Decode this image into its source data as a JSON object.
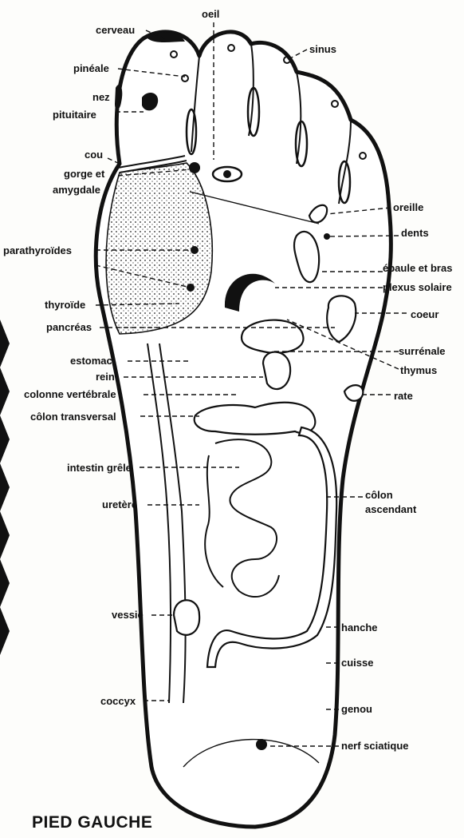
{
  "title": "PIED GAUCHE",
  "labels": {
    "oeil": "oeil",
    "cerveau": "cerveau",
    "sinus": "sinus",
    "pineale": "pinéale",
    "nez": "nez",
    "pituitaire": "pituitaire",
    "cou": "cou",
    "gorge_et": "gorge et",
    "amygdale": "amygdale",
    "oreille": "oreille",
    "dents": "dents",
    "parathyroides": "parathyroïdes",
    "epaule_et_bras": "épaule et bras",
    "plexus_solaire": "plexus solaire",
    "thyroide": "thyroïde",
    "coeur": "coeur",
    "pancreas": "pancréas",
    "surrenale": "surrénale",
    "estomac": "estomac",
    "thymus": "thymus",
    "rein": "rein",
    "colonne_vertebrale": "colonne vertébrale",
    "rate": "rate",
    "colon_transversal": "côlon transversal",
    "intestin_grele": "intestin grêle",
    "colon": "côlon",
    "ascendant": "ascendant",
    "uretere": "uretère",
    "vessie": "vessie",
    "hanche": "hanche",
    "cuisse": "cuisse",
    "coccyx": "coccyx",
    "genou": "genou",
    "nerf_sciatique": "nerf sciatique"
  }
}
